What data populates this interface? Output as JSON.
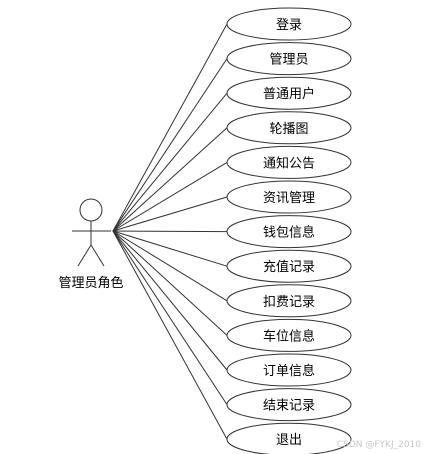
{
  "actor": {
    "label": "管理员角色"
  },
  "use_cases": [
    {
      "label": "登录"
    },
    {
      "label": "管理员"
    },
    {
      "label": "普通用户"
    },
    {
      "label": "轮播图"
    },
    {
      "label": "通知公告"
    },
    {
      "label": "资讯管理"
    },
    {
      "label": "钱包信息"
    },
    {
      "label": "充值记录"
    },
    {
      "label": "扣费记录"
    },
    {
      "label": "车位信息"
    },
    {
      "label": "订单信息"
    },
    {
      "label": "结束记录"
    },
    {
      "label": "退出"
    }
  ],
  "watermark": "CSDN @FYKJ_2010",
  "colors": {
    "usecase_fill": "#ffffff",
    "line": "#333333"
  }
}
